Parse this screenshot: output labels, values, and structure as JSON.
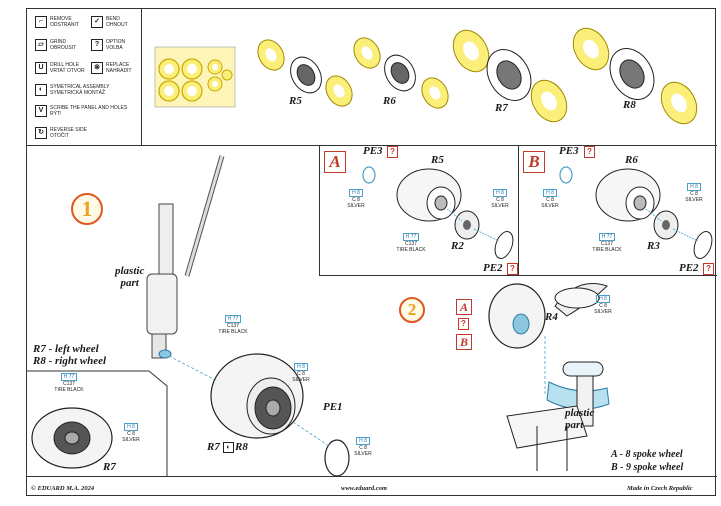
{
  "legend": {
    "remove": "REMOVE\nODSTRANIT",
    "bend": "BEND\nOHNOUT",
    "grind": "GRIND\nOBROUSIT",
    "option": "OPTION\nVOLBA",
    "drill": "DRILL HOLE\nVRTAT OTVOR",
    "replace": "REPLACE\nNAHRADIT",
    "symmetrical": "SYMETRICAL ASSEMBLY\nSYMETRICKÁ MONTÁŽ",
    "scribe": "SCRIBE THE PANEL AND HOLES\nRÝT!",
    "reverse": "REVERSE SIDE\nOTOČIT"
  },
  "parts_row": {
    "r5": "R5",
    "r6": "R6",
    "r7": "R7",
    "r8": "R8"
  },
  "step1": {
    "number": "1",
    "plastic_part": "plastic\npart",
    "left_right": "R7 - left wheel\nR8 - right wheel",
    "tire_code": "H 77",
    "tire_c": "C137",
    "tire_name": "TIRE BLACK",
    "hub_code": "H 8",
    "hub_c": "C 8",
    "hub_name": "SILVER",
    "r7_label": "R7",
    "r7r8_label": "R7",
    "r8_label": "R8",
    "pe1": "PE1",
    "pe1_code": "H 8",
    "pe1_c": "C 8",
    "pe1_name": "SILVER"
  },
  "variant_a": {
    "letter": "A",
    "pe3": "PE3",
    "r5": "R5",
    "r2": "R2",
    "pe2": "PE2"
  },
  "variant_b": {
    "letter": "B",
    "pe3": "PE3",
    "r6": "R6",
    "r3": "R3",
    "pe2": "PE2"
  },
  "step2": {
    "number": "2",
    "r4": "R4",
    "plastic_part": "plastic\npart",
    "note_a": "A - 8 spoke wheel",
    "note_b": "B - 9 spoke wheel"
  },
  "qmark": "?",
  "footer": {
    "left": "© EDUARD  M.A. 2024",
    "center": "www.eduard.com",
    "right": "Made in Czech Republic"
  },
  "colors": {
    "mask_yellow": "#fbef7a",
    "step_orange": "#e0561f",
    "variant_red": "#c0392b",
    "paint_blue": "#2a7ca8"
  }
}
